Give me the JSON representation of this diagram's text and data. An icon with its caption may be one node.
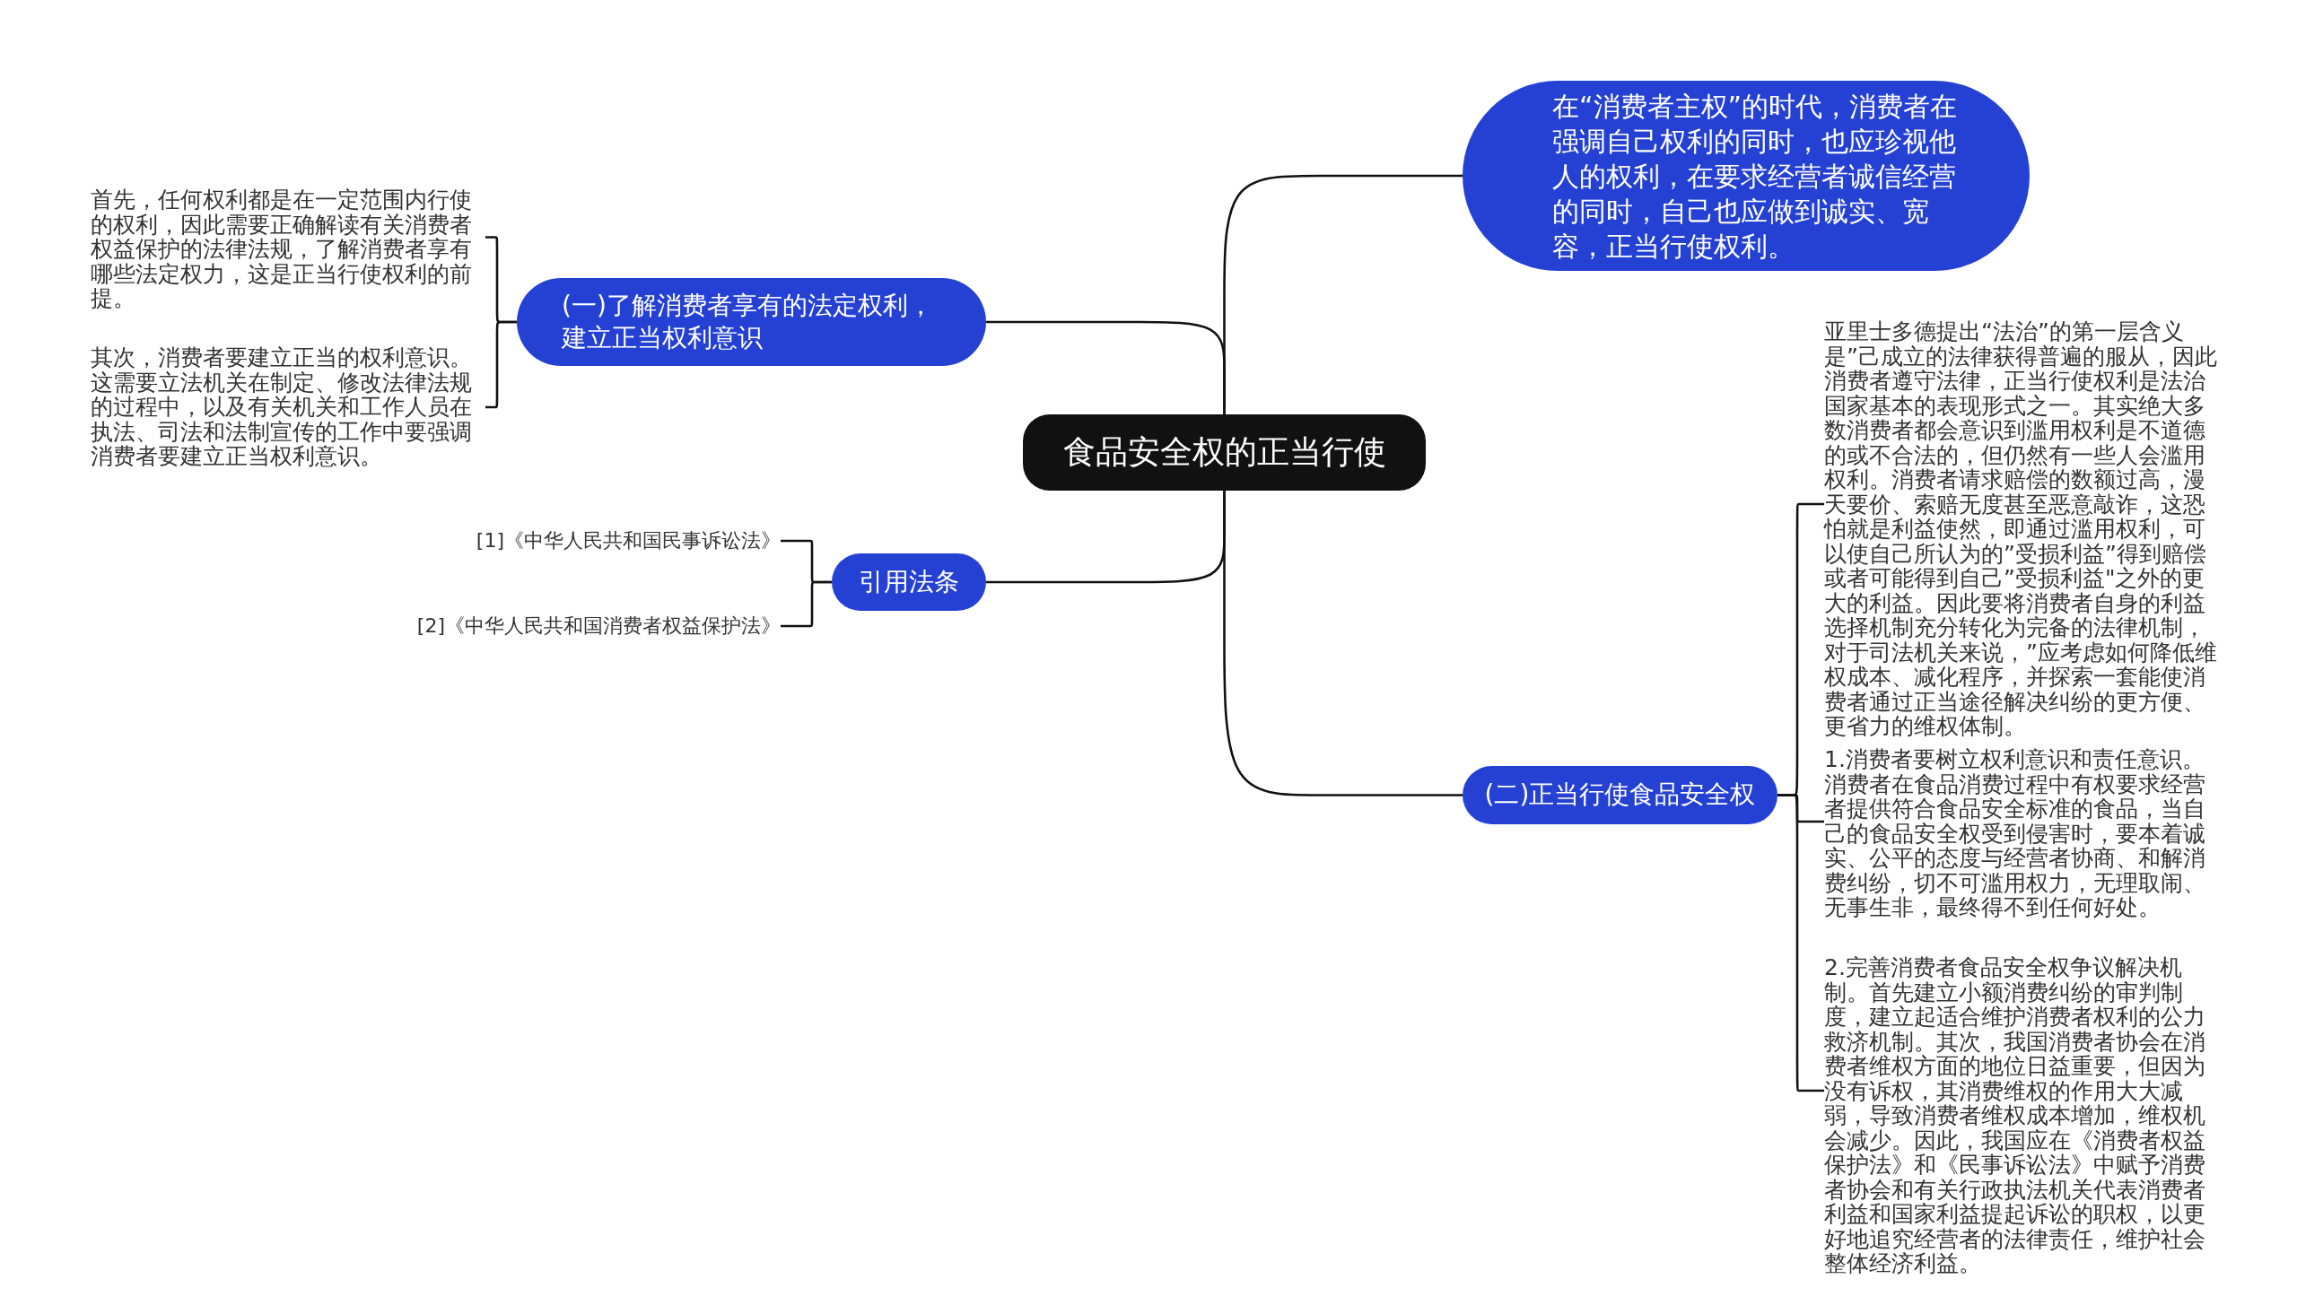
{
  "diagram": {
    "nodes": [
      {
        "text": [
          "食品安全权的正当行使"
        ]
      },
      {
        "text": [
          "在“消费者主权”的时代，消费者在强调自己权利的同时，也应珍视他人的权利，在要求经营者诚信经营的同时，自己也应做到诚实、宽容，正当行使权利。"
        ]
      },
      {
        "text": [
          "(二)正当行使食品安全权"
        ]
      },
      {
        "text": [
          "亚里士多德提出“法治”的第一层含义是”己成立的法律获得普遍的服从，因此消费者遵守法律，正当行使权利是法治国家基本的表现形式之一。其实绝大多数消费者都会意识到滥用权利是不道德的或不合法的，但仍然有一些人会滥用权利。消费者请求赔偿的数额过高，漫天要价、索赔无度甚至恶意敲诈，这恐怕就是利益使然，即通过滥用权利，可以使自己所认为的”受损利益”得到赔偿或者可能得到自己”受损利益\"之外的更大的利益。因此要将消费者自身的利益选择机制充分转化为完备的法律机制，对于司法机关来说，”应考虑如何降低维权成本、减化程序，并探索一套能使消费者通过正当途径解决纠纷的更方便、更省力的维权体制。"
        ]
      },
      {
        "text": [
          "1.消费者要树立权利意识和责任意识。消费者在食品消费过程中有权要求经营者提供符合食品安全标准的食品，当自己的食品安全权受到侵害时，要本着诚实、公平的态度与经营者协商、和解消费纠纷，切不可滥用权力，无理取闹、无事生非，最终得不到任何好处。"
        ]
      },
      {
        "text": [
          "2.完善消费者食品安全权争议解决机制。首先建立小额消费纠纷的审判制度，建立起适合维护消费者权利的公力救济机制。其次，我国消费者协会在消费者维权方面的地位日益重要，但因为没有诉权，其消费维权的作用大大减弱，导致消费者维权成本增加，维权机会减少。因此，我国应在《消费者权益保护法》和《民事诉讼法》中赋予消费者协会和有关行政执法机关代表消费者利益和国家利益提起诉讼的职权，以更好地追究经营者的法律责任，维护社会整体经济利益。"
        ]
      },
      {
        "text": [
          "(一)了解消费者享有的法定权利，建立正当权利意识"
        ]
      },
      {
        "text": [
          "首先，任何权利都是在一定范围内行使的权利，因此需要正确解读有关消费者权益保护的法律法规，了解消费者享有哪些法定权力，这是正当行使权利的前提。"
        ]
      },
      {
        "text": [
          "其次，消费者要建立正当的权利意识。这需要立法机关在制定、修改法律法规的过程中，以及有关机关和工作人员在执法、司法和法制宣传的工作中要强调消费者要建立正当权利意识。"
        ]
      },
      {
        "text": [
          "引用法条"
        ]
      },
      {
        "text": [
          "[1]《中华人民共和国民事诉讼法》"
        ]
      },
      {
        "text": [
          "[2]《中华人民共和国消费者权益保护法》"
        ]
      }
    ],
    "edges": [
      {
        "from": 0,
        "to": 1,
        "arrow": "none"
      },
      {
        "from": 0,
        "to": 2,
        "arrow": "none"
      },
      {
        "from": 2,
        "to": 3,
        "arrow": "none"
      },
      {
        "from": 2,
        "to": 4,
        "arrow": "none"
      },
      {
        "from": 2,
        "to": 5,
        "arrow": "none"
      },
      {
        "from": 0,
        "to": 6,
        "arrow": "none"
      },
      {
        "from": 6,
        "to": 7,
        "arrow": "none"
      },
      {
        "from": 6,
        "to": 8,
        "arrow": "none"
      },
      {
        "from": 0,
        "to": 9,
        "arrow": "none"
      },
      {
        "from": 9,
        "to": 10,
        "arrow": "none"
      },
      {
        "from": 9,
        "to": 11,
        "arrow": "none"
      }
    ]
  }
}
